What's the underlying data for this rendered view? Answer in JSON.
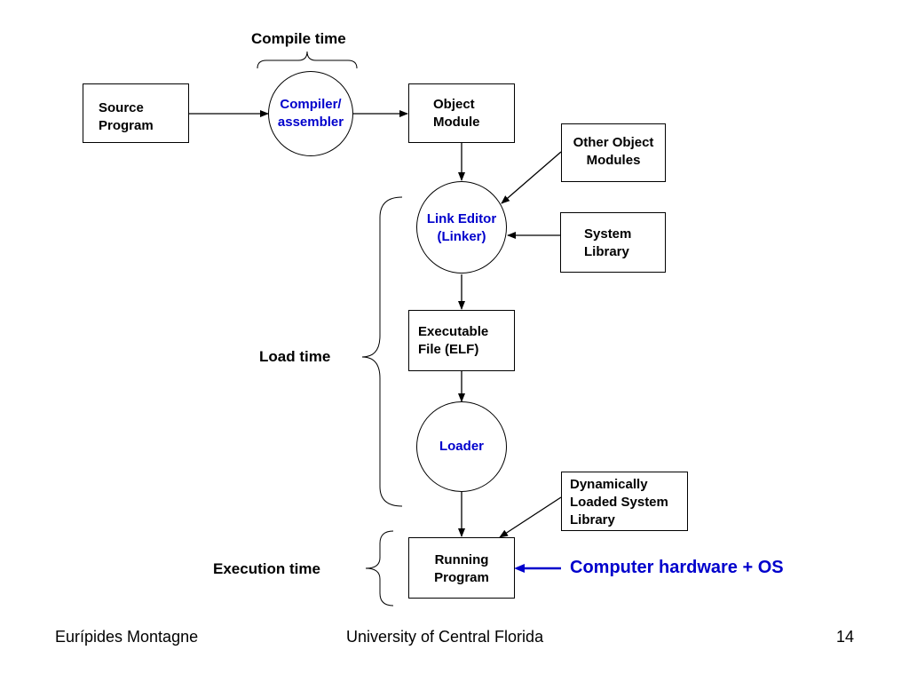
{
  "phases": {
    "compile_time": "Compile time",
    "load_time": "Load time",
    "execution_time": "Execution time"
  },
  "nodes": {
    "source_program": [
      "Source",
      "Program"
    ],
    "compiler": [
      "Compiler/",
      "assembler"
    ],
    "object_module": [
      "Object",
      "Module"
    ],
    "other_object_modules": [
      "Other Object",
      "Modules"
    ],
    "link_editor": [
      "Link Editor",
      "(Linker)"
    ],
    "system_library": [
      "System",
      "Library"
    ],
    "executable_file": [
      "Executable",
      "File (ELF)"
    ],
    "loader": "Loader",
    "dynamic_library": [
      "Dynamically",
      "Loaded System",
      "Library"
    ],
    "running_program": [
      "Running",
      "Program"
    ]
  },
  "annotation": "Computer hardware + OS",
  "footer": {
    "author": "Eurípides Montagne",
    "institution": "University of Central Florida",
    "page": "14"
  },
  "colors": {
    "accent": "#0000cc",
    "line": "#000000"
  }
}
